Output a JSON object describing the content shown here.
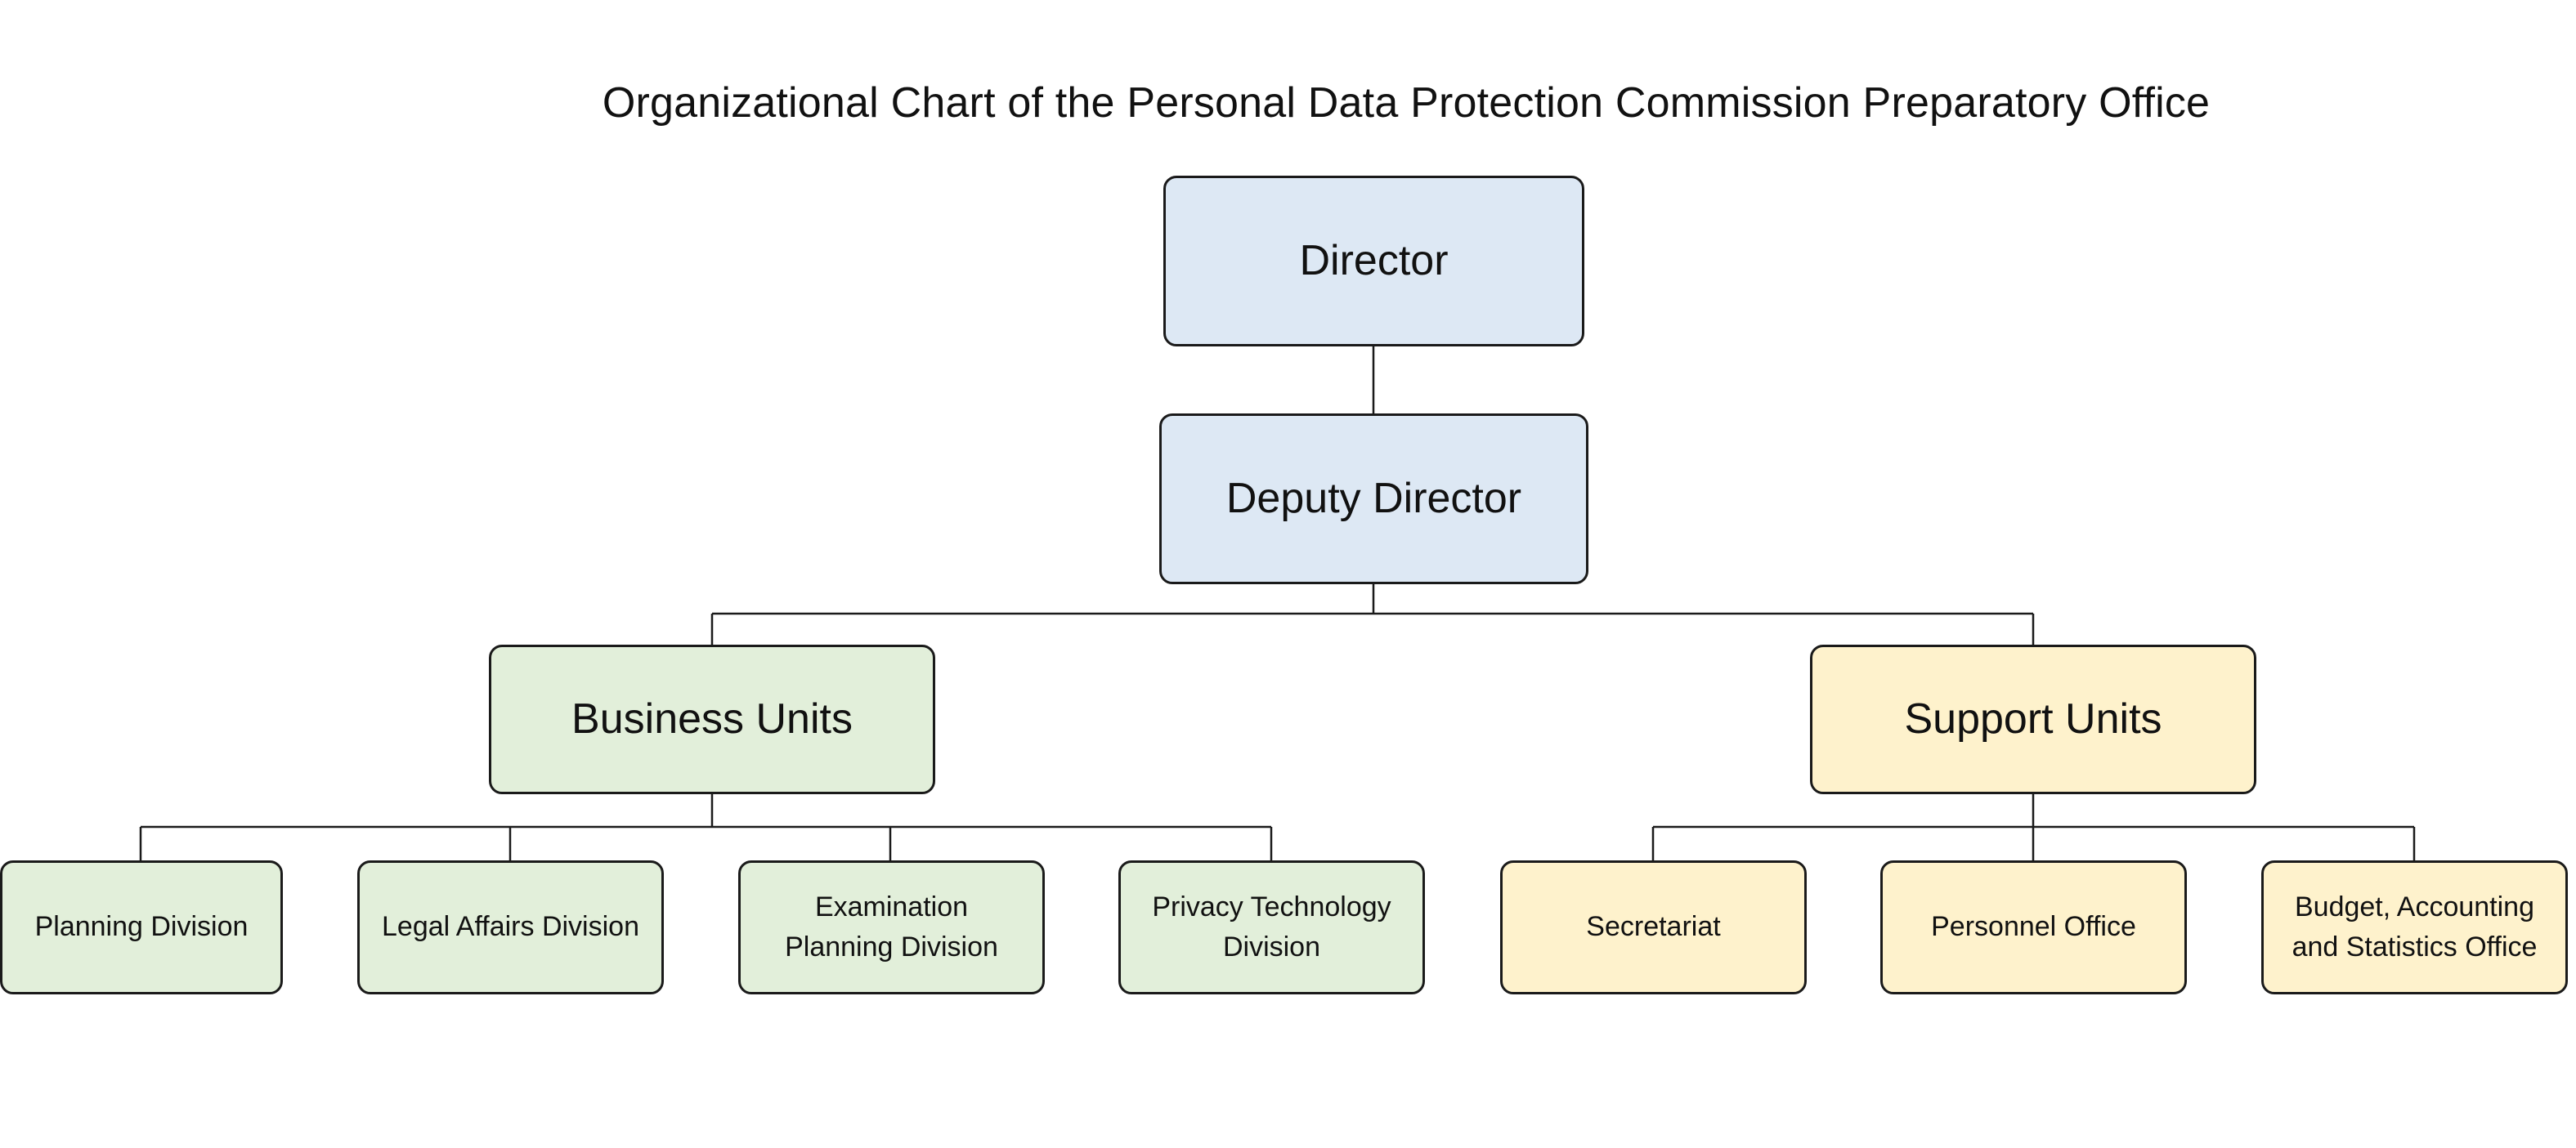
{
  "title": "Organizational Chart of the Personal Data Protection Commission Preparatory Office",
  "colors": {
    "executive": "#dde8f4",
    "business": "#e2efda",
    "support": "#fef2cc",
    "border": "#1a1a1a",
    "connector": "#1a1a1a"
  },
  "director": "Director",
  "deputy_director": "Deputy Director",
  "business_units": {
    "label": "Business Units",
    "divisions": [
      "Planning Division",
      "Legal Affairs Division",
      "Examination Planning Division",
      "Privacy Technology Division"
    ]
  },
  "support_units": {
    "label": "Support Units",
    "offices": [
      "Secretariat",
      "Personnel Office",
      "Budget, Accounting and Statistics Office"
    ]
  }
}
